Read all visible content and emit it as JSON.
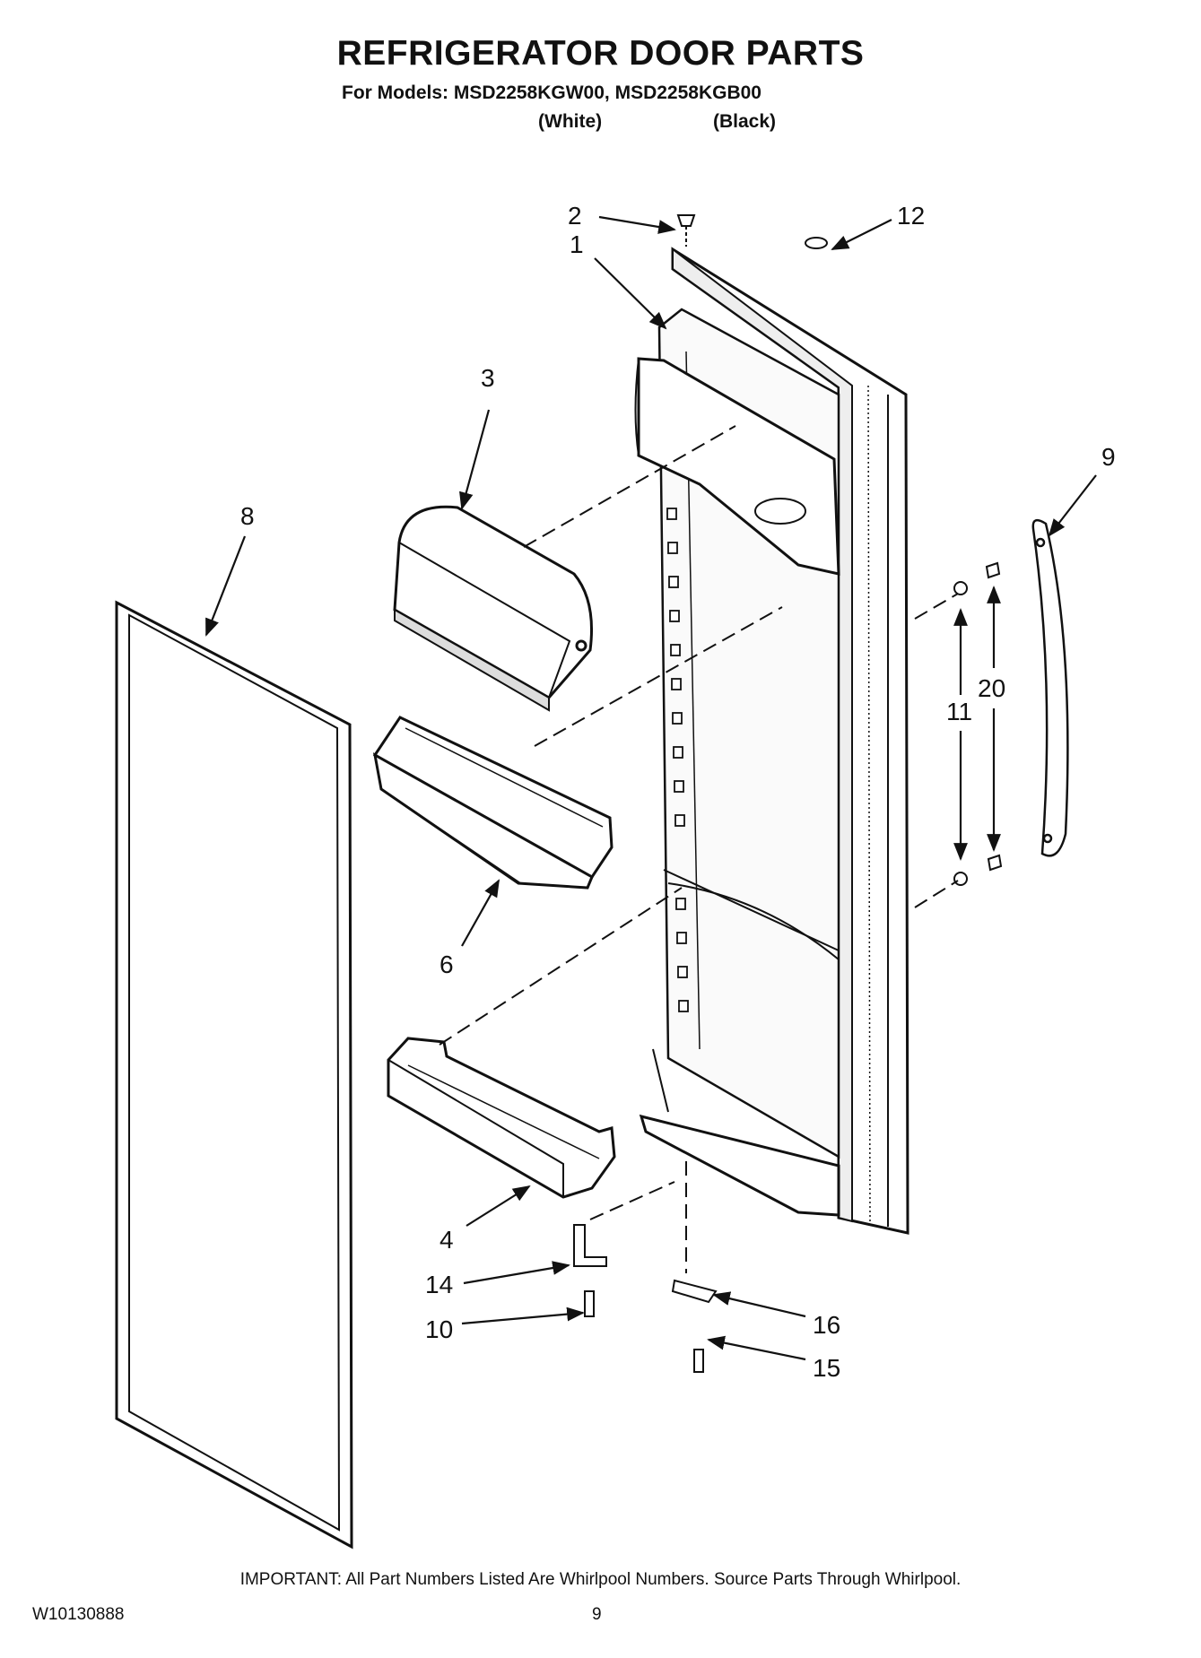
{
  "header": {
    "title": "REFRIGERATOR DOOR PARTS",
    "models_line": "For Models: MSD2258KGW00, MSD2258KGB00",
    "variant_white": "(White)",
    "variant_black": "(Black)"
  },
  "callouts": [
    "1",
    "2",
    "3",
    "4",
    "6",
    "8",
    "9",
    "10",
    "11",
    "12",
    "14",
    "15",
    "16",
    "20"
  ],
  "footer": {
    "important_note": "IMPORTANT: All Part Numbers Listed Are Whirlpool Numbers. Source Parts Through Whirlpool.",
    "doc_id": "W10130888",
    "page_number": "9"
  }
}
